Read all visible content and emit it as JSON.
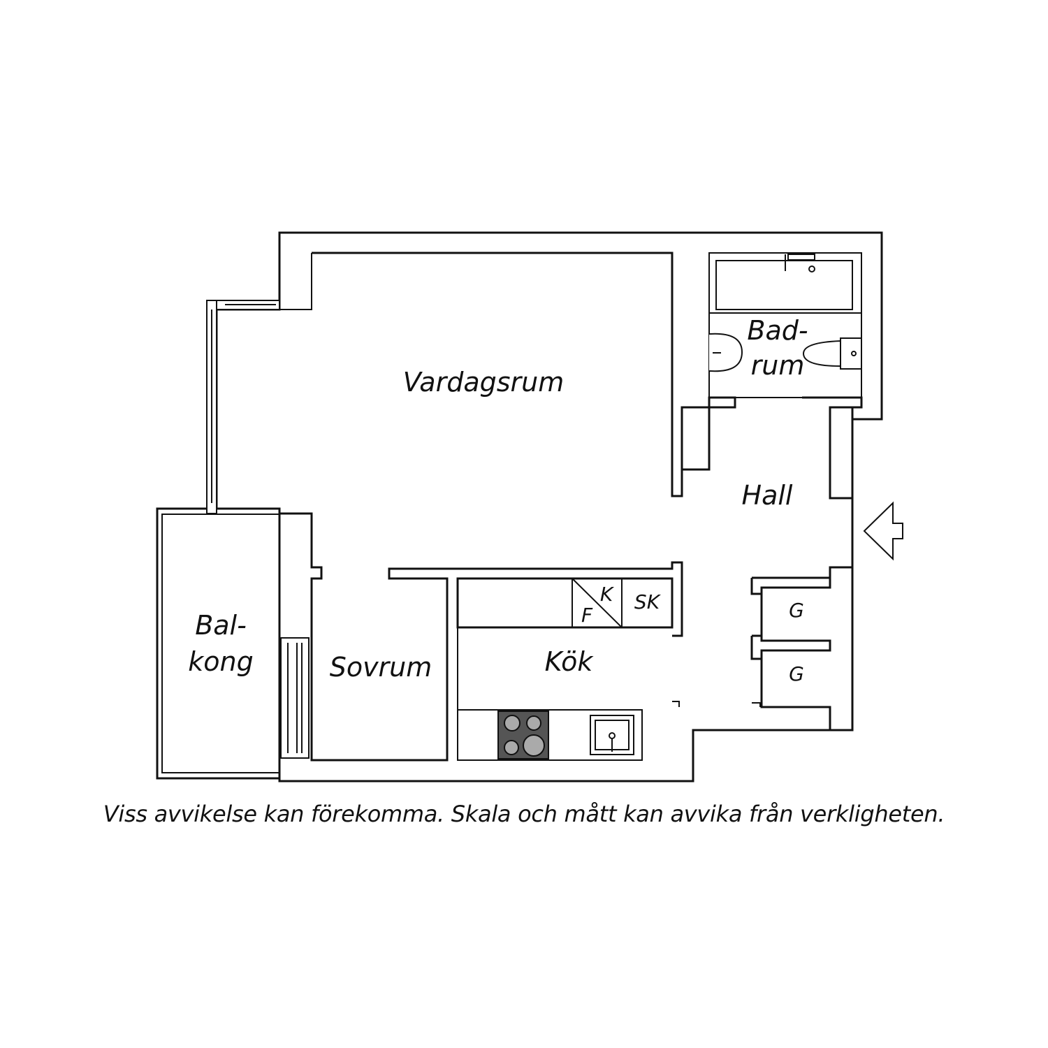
{
  "rooms": {
    "vardagsrum": "Vardagsrum",
    "badrum_line1": "Bad-",
    "badrum_line2": "rum",
    "hall": "Hall",
    "balkong_line1": "Bal-",
    "balkong_line2": "kong",
    "sovrum": "Sovrum",
    "kok": "Kök"
  },
  "fixtures": {
    "kyl": "K",
    "frys": "F",
    "skap": "SK",
    "garderob_1": "G",
    "garderob_2": "G"
  },
  "disclaimer": "Viss avvikelse kan förekomma. Skala och mått kan avvika från verkligheten."
}
